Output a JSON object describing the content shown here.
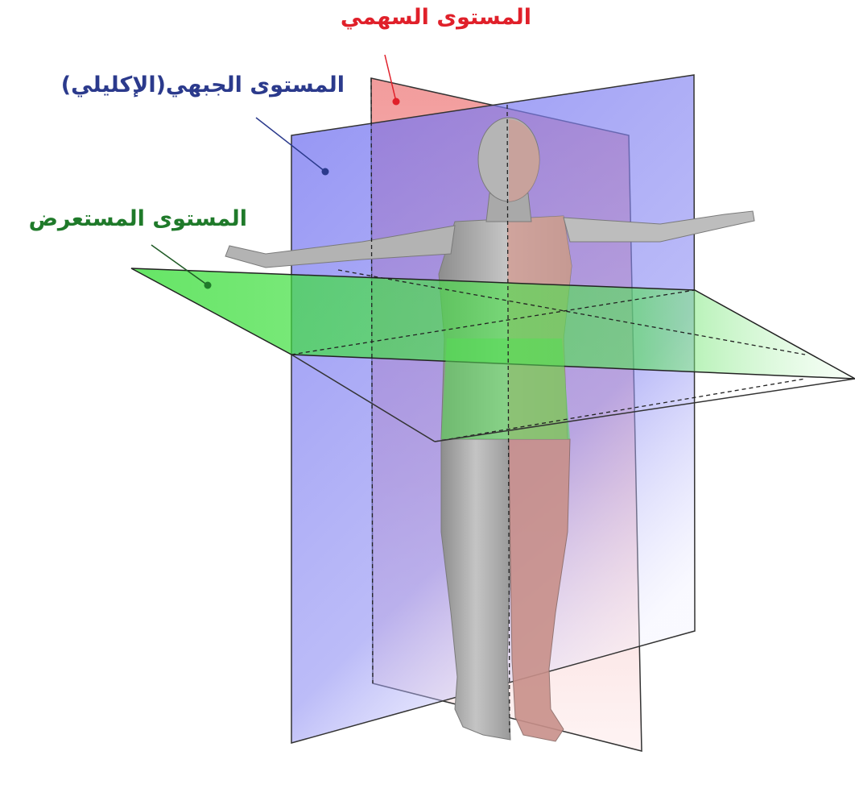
{
  "labels": {
    "sagittal": "المستوى السهمي",
    "coronal": "المستوى الجبهي(الإكليلي)",
    "transverse": "المستوى المستعرض"
  },
  "colors": {
    "sagittal": "#e0202a",
    "coronal": "#2b3a8c",
    "transverse": "#1f7a2a",
    "sagittal_plane_fill": "#f08080",
    "coronal_plane_fill": "#7070f0",
    "transverse_plane_fill": "#40e040",
    "body_fill": "#a8a8a8",
    "plane_edge": "#333333"
  },
  "icons": {
    "figure": "human-body-figure"
  }
}
